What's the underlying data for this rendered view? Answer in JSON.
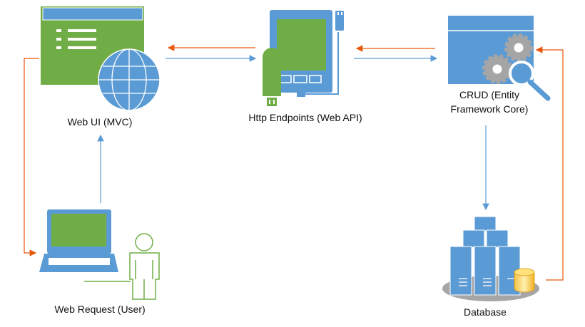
{
  "nodes": {
    "web_ui": {
      "label": "Web UI (MVC)",
      "icon": "browser-globe-icon"
    },
    "http_endpoints": {
      "label": "Http Endpoints (Web API)",
      "icon": "tablet-usb-icon"
    },
    "crud": {
      "label_line1": "CRUD (Entity",
      "label_line2": "Framework Core)",
      "icon": "window-gears-icon"
    },
    "database": {
      "label": "Database",
      "icon": "server-stack-icon"
    },
    "web_request": {
      "label": "Web Request (User)",
      "icon": "laptop-user-icon"
    }
  },
  "colors": {
    "blue": "#5b9bd5",
    "green": "#70ad47",
    "orange": "#e8580c",
    "gray": "#a6a6a6"
  }
}
